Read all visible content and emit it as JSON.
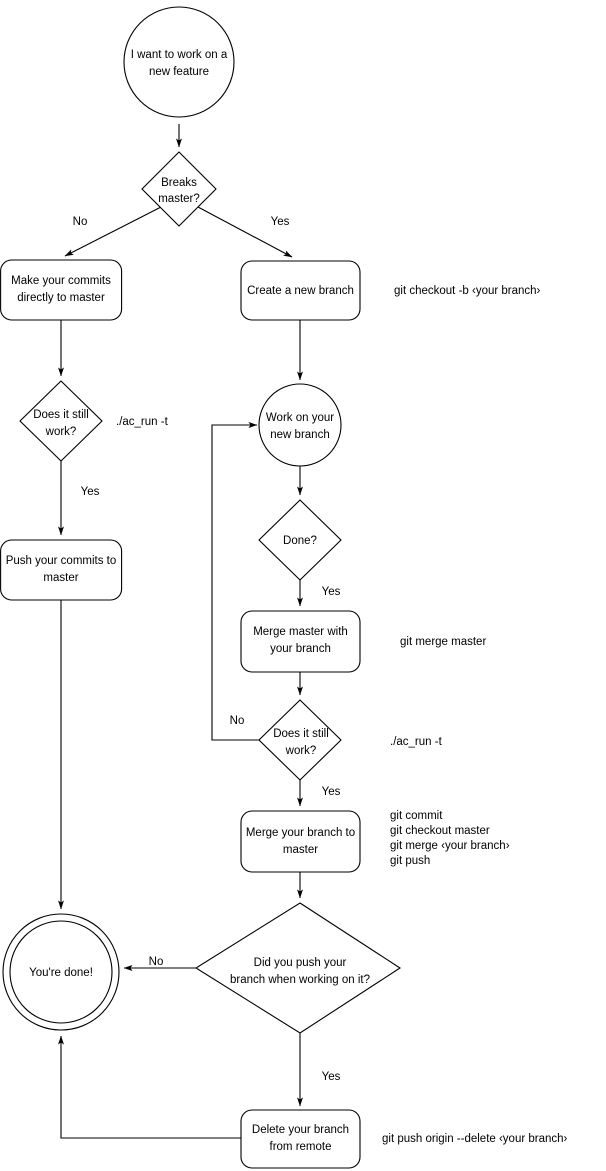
{
  "diagram": {
    "title": "Git branching workflow flowchart",
    "colors": {
      "stroke": "#000000",
      "fill": "#ffffff",
      "text": "#000000",
      "background": "#ffffff"
    },
    "nodes": {
      "start": {
        "label_line1": "I want to work on a",
        "label_line2": "new feature",
        "shape": "circle"
      },
      "breaks_master": {
        "label_line1": "Breaks",
        "label_line2": "master?",
        "shape": "diamond"
      },
      "make_commits": {
        "label_line1": "Make your commits",
        "label_line2": "directly to master",
        "shape": "rounded-rect"
      },
      "create_branch": {
        "label_line1": "Create a new branch",
        "label_line2": "",
        "shape": "rounded-rect"
      },
      "works_left": {
        "label_line1": "Does it still",
        "label_line2": "work?",
        "shape": "diamond"
      },
      "push_commits": {
        "label_line1": "Push your commits to",
        "label_line2": "master",
        "shape": "rounded-rect"
      },
      "work_branch": {
        "label_line1": "Work on your",
        "label_line2": "new branch",
        "shape": "circle"
      },
      "done_q": {
        "label_line1": "Done?",
        "label_line2": "",
        "shape": "diamond"
      },
      "merge_master": {
        "label_line1": "Merge master with",
        "label_line2": "your branch",
        "shape": "rounded-rect"
      },
      "works_right": {
        "label_line1": "Does it still",
        "label_line2": "work?",
        "shape": "diamond"
      },
      "merge_branch": {
        "label_line1": "Merge your branch to",
        "label_line2": "master",
        "shape": "rounded-rect"
      },
      "did_push": {
        "label_line1": "Did you push your",
        "label_line2": "branch when working on it?",
        "shape": "diamond"
      },
      "delete_branch": {
        "label_line1": "Delete your branch",
        "label_line2": "from remote",
        "shape": "rounded-rect"
      },
      "youre_done": {
        "label_line1": "You're done!",
        "label_line2": "",
        "shape": "double-circle"
      }
    },
    "edge_labels": {
      "breaks_no": "No",
      "breaks_yes": "Yes",
      "works_left_yes": "Yes",
      "done_yes": "Yes",
      "works_right_no": "No",
      "works_right_yes": "Yes",
      "did_push_no": "No",
      "did_push_yes": "Yes"
    },
    "annotations": {
      "checkout_branch": "git checkout -b ‹your branch›",
      "ac_run_left": "./ac_run -t",
      "merge_master_cmd": "git merge master",
      "ac_run_right": "./ac_run -t",
      "merge_cmds_line1": "git commit",
      "merge_cmds_line2": "git checkout master",
      "merge_cmds_line3": "git merge ‹your branch›",
      "merge_cmds_line4": "git push",
      "delete_remote_cmd": "git push origin --delete ‹your branch›"
    }
  }
}
